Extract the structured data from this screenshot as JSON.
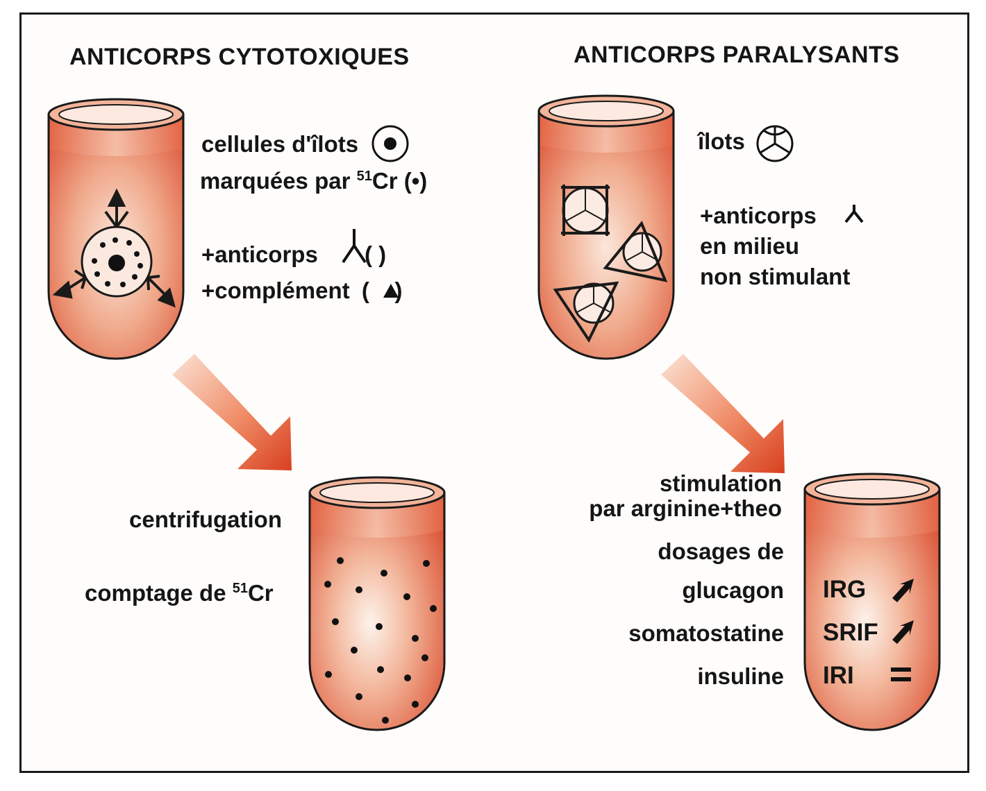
{
  "left": {
    "title": "ANTICORPS CYTOTOXIQUES",
    "cells_line1": "cellules d'îlots",
    "cells_line2": "marquées par",
    "cr_sup": "51",
    "cr_main": "Cr",
    "marker_paren": "(•)",
    "antibody_text": "+anticorps",
    "complement_text": "+complément",
    "centrifugation": "centrifugation",
    "count_text": "comptage de",
    "count_sup": "51",
    "count_cr": "Cr"
  },
  "right": {
    "title": "ANTICORPS PARALYSANTS",
    "islets": "îlots",
    "antibody_line1": "+anticorps",
    "antibody_line2": "en milieu",
    "antibody_line3": "non stimulant",
    "stim_line1": "stimulation",
    "stim_line2": "par arginine+theo",
    "dosages": "dosages de",
    "rows": [
      {
        "name": "glucagon",
        "code": "IRG",
        "trend": "increase"
      },
      {
        "name": "somatostatine",
        "code": "SRIF",
        "trend": "increase"
      },
      {
        "name": "insuline",
        "code": "IRI",
        "trend": "equal"
      }
    ]
  },
  "colors": {
    "accent": "#d9462a",
    "fill_light": "#f4c1a9",
    "ink": "#151515"
  }
}
